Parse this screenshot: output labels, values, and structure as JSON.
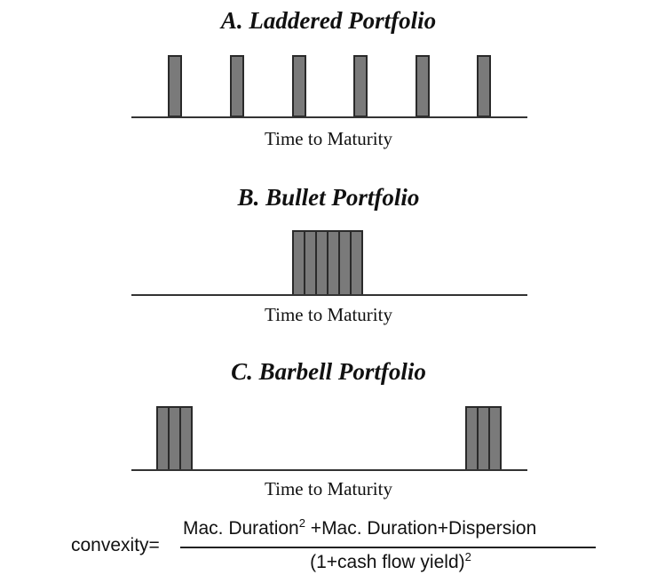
{
  "panels": [
    {
      "title": "A. Laddered Portfolio",
      "axis_label": "Time to Maturity",
      "bar_count": 6,
      "layout": "laddered"
    },
    {
      "title": "B. Bullet Portfolio",
      "axis_label": "Time to Maturity",
      "bar_count": 6,
      "layout": "bullet"
    },
    {
      "title": "C. Barbell Portfolio",
      "axis_label": "Time to Maturity",
      "bar_count": 6,
      "layout": "barbell"
    }
  ],
  "formula": {
    "lhs": "convexity",
    "equals": "=",
    "numerator_term1": "Mac. Duration",
    "numerator_term1_exp": "2",
    "numerator_plus1": "+",
    "numerator_term2": "Mac. Duration",
    "numerator_plus2": "+",
    "numerator_term3": "Dispersion",
    "denominator_base": "(1+cash flow yield)",
    "denominator_exp": "2"
  },
  "colors": {
    "bar_fill": "#7a7a7a",
    "bar_stroke": "#2a2a2a",
    "axis": "#333333",
    "text": "#111111"
  }
}
